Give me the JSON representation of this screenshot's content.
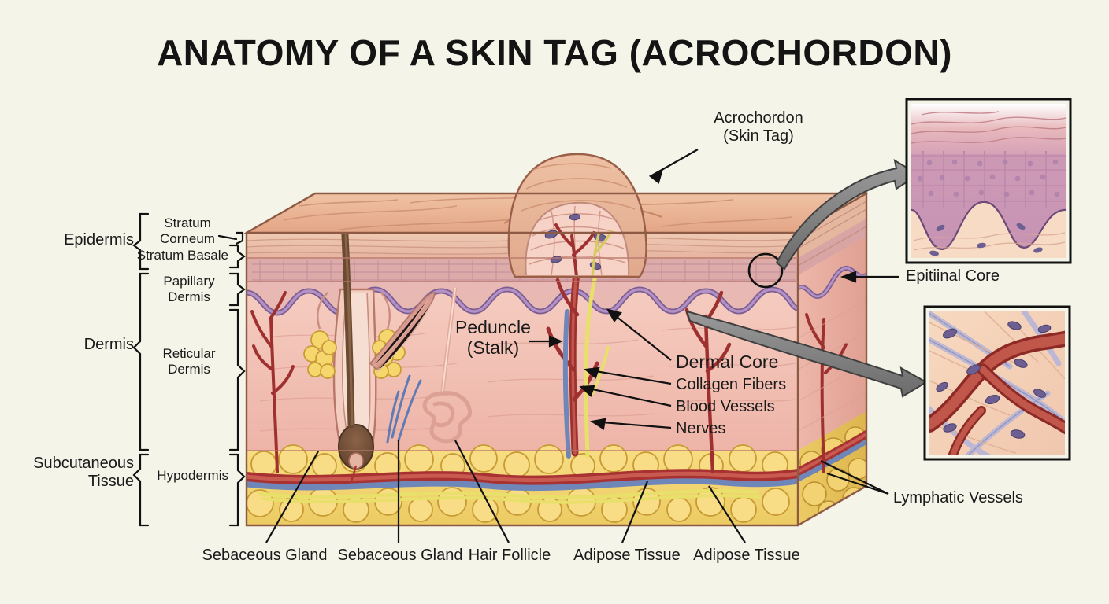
{
  "title": "ANATOMY OF A SKIN TAG (ACROCHORDON)",
  "background_color": "#f4f4e8",
  "palette": {
    "surface_skin": "#e9b191",
    "epidermis_upper": "#eec4ab",
    "stratum_corneum": "#e7b9a3",
    "stratum_spinosum": "#dda9a6",
    "basal_purple": "#9b7bab",
    "dermis_pink": "#f2c3b8",
    "dermis_deep": "#edb3a8",
    "adipose_yellow": "#f5d76e",
    "adipose_outline": "#c79a33",
    "artery_red": "#a83232",
    "vein_blue": "#6f86b8",
    "nerve_yellow": "#e8e06a",
    "hair_brown": "#6b4a32",
    "inset_border": "#1a1a1a",
    "arrow_grey": "#7a7a7a",
    "leader_black": "#111111",
    "inset_epi_mauve": "#c793b4",
    "collagen_lavender": "#b9b6d6",
    "fibroblast_purple": "#6d5f92"
  },
  "layer_brackets": {
    "outer": [
      {
        "label": "Epidermis"
      },
      {
        "label": "Dermis"
      },
      {
        "label": "Subcutaneous\nTissue"
      }
    ],
    "inner": [
      {
        "label": "Stratum\nCorneum"
      },
      {
        "label": "Stratum Basale"
      },
      {
        "label": "Papillary\nDermis"
      },
      {
        "label": "Reticular\nDermis"
      },
      {
        "label": "Hypodermis"
      }
    ]
  },
  "callouts": {
    "acrochordon": "Acrochordon\n(Skin Tag)",
    "peduncle": "Peduncle\n(Stalk)",
    "dermal_core": "Dermal Core",
    "collagen_fibers": "Collagen Fibers",
    "blood_vessels": "Blood Vessels",
    "nerves": "Nerves",
    "epithelial_core": "Epitiinal Core",
    "lymphatic_vessels": "Lymphatic Vessels"
  },
  "bottom_labels": [
    {
      "label": "Sebaceous Gland"
    },
    {
      "label": "Sebaceous Gland"
    },
    {
      "label": "Hair Follicle"
    },
    {
      "label": "Adipose Tissue"
    },
    {
      "label": "Adipose Tissue"
    }
  ],
  "insets": [
    {
      "name": "epithelial-histology-inset"
    },
    {
      "name": "dermal-core-histology-inset"
    }
  ]
}
